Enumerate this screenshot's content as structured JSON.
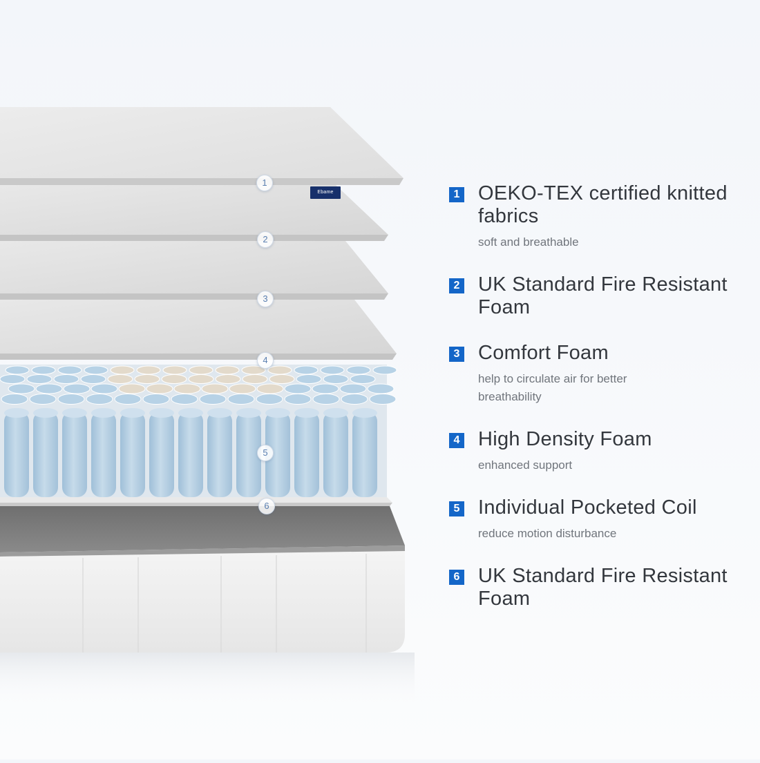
{
  "product": {
    "brand_tag": "Ebame",
    "layer_markers": [
      "1",
      "2",
      "3",
      "4",
      "5",
      "6"
    ]
  },
  "features": [
    {
      "number": "1",
      "title": "OEKO-TEX certified knitted fabrics",
      "description": "soft and breathable"
    },
    {
      "number": "2",
      "title": "UK Standard Fire Resistant Foam",
      "description": ""
    },
    {
      "number": "3",
      "title": "Comfort Foam",
      "description": "help to circulate air for better breathability"
    },
    {
      "number": "4",
      "title": "High Density Foam",
      "description": "enhanced support"
    },
    {
      "number": "5",
      "title": "Individual Pocketed Coil",
      "description": "reduce motion disturbance"
    },
    {
      "number": "6",
      "title": "UK Standard Fire Resistant Foam",
      "description": ""
    }
  ],
  "colors": {
    "accent": "#1466c8",
    "title_text": "#33373d",
    "description_text": "#70757c",
    "coil_blue": "#b7d2e6",
    "coil_beige": "#e3dacb"
  }
}
